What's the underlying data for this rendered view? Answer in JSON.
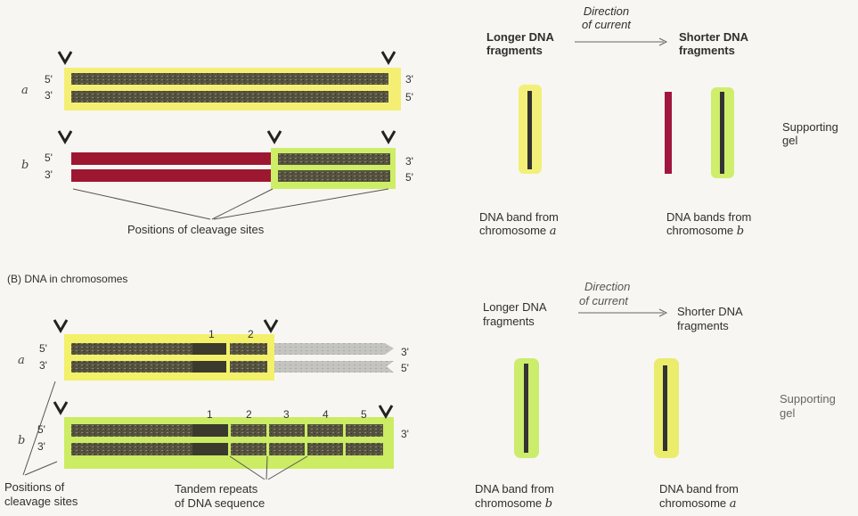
{
  "panelA": {
    "chromosome_a": "a",
    "chromosome_b": "b",
    "five_prime": "5'",
    "three_prime": "3'",
    "cleavage_label": "Positions of cleavage sites",
    "gel": {
      "longer_label": "Longer DNA\nfragments",
      "direction_label": "Direction\nof current",
      "shorter_label": "Shorter DNA\nfragments",
      "supporting_label": "Supporting\ngel",
      "band_a_label_line1": "DNA band from",
      "band_a_label_line2": "chromosome",
      "band_a_chromo": "a",
      "band_b_label_line1": "DNA bands from",
      "band_b_label_line2": "chromosome",
      "band_b_chromo": "b"
    }
  },
  "panelB": {
    "header": "(B)  DNA in chromosomes",
    "chromosome_a": "a",
    "chromosome_b": "b",
    "five_prime": "5'",
    "three_prime": "3'",
    "repeat_numbers": [
      "1",
      "2",
      "3",
      "4",
      "5"
    ],
    "cleavage_label_line1": "Positions of",
    "cleavage_label_line2": "cleavage sites",
    "tandem_label_line1": "Tandem repeats",
    "tandem_label_line2": "of DNA sequence",
    "gel": {
      "longer_label_line1": "Longer DNA",
      "longer_label_line2": "fragments",
      "direction_label_line1": "Direction",
      "direction_label_line2": "of current",
      "shorter_label_line1": "Shorter DNA",
      "shorter_label_line2": "fragments",
      "supporting_label_line1": "Supporting",
      "supporting_label_line2": "gel",
      "band_left_line1": "DNA band from",
      "band_left_line2": "chromosome",
      "band_left_chromo": "b",
      "band_right_line1": "DNA band from",
      "band_right_line2": "chromosome",
      "band_right_chromo": "a"
    }
  },
  "colors": {
    "yellow_highlight": "#f2f04a",
    "green_highlight": "#bfe84a",
    "red_strand": "#a3172e",
    "dark_strand": "#4a4a3a",
    "gray_strand": "#b8b8b4"
  }
}
